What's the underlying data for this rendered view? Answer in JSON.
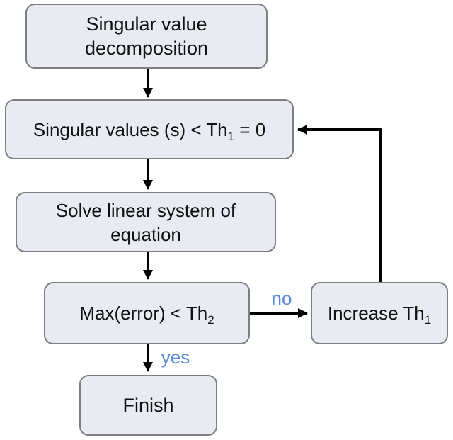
{
  "diagram": {
    "colors": {
      "background": "#ffffff",
      "box_fill": "#e9ebf2",
      "box_border": "#7f7f7f",
      "arrow_color": "#000000",
      "edge_label_color": "#5b8bdf",
      "text_color": "#111111"
    },
    "nodes": {
      "svd": {
        "line1": "Singular value",
        "line2": "decomposition"
      },
      "threshold": {
        "pre": "Singular values (s) < Th",
        "sub": "1",
        "post": " = 0"
      },
      "solve": {
        "line1": "Solve linear system of",
        "line2": "equation"
      },
      "max_error": {
        "pre": "Max(error) < Th",
        "sub": "2",
        "post": ""
      },
      "increase": {
        "pre": "Increase Th",
        "sub": "1",
        "post": ""
      },
      "finish": {
        "label": "Finish"
      }
    },
    "edges": {
      "no_label": "no",
      "yes_label": "yes"
    }
  }
}
